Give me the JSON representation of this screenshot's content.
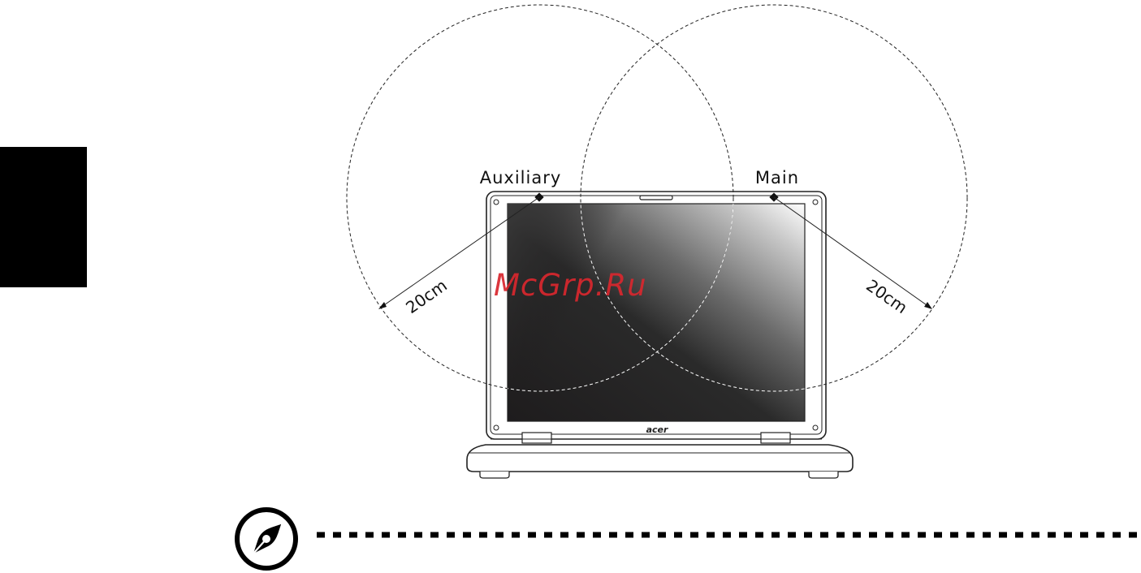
{
  "diagram": {
    "antenna_labels": {
      "auxiliary": "Auxiliary",
      "main": "Main"
    },
    "distance_labels": {
      "left": "20cm",
      "right": "20cm"
    },
    "laptop_logo": "acer",
    "watermark": "McGrp.Ru"
  },
  "icons": {
    "note": "note-pen-icon"
  },
  "colors": {
    "watermark": "#d9272e",
    "tab": "#000000"
  }
}
